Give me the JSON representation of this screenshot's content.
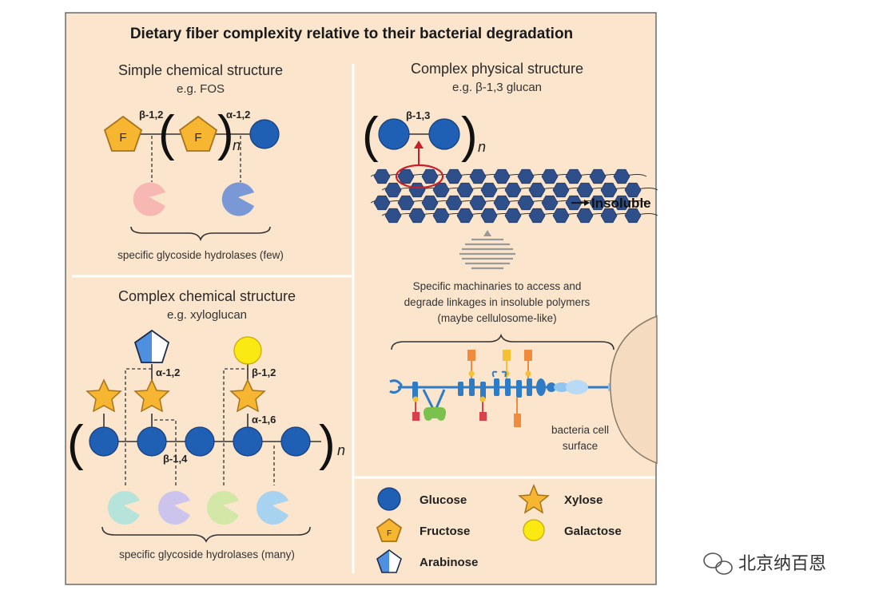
{
  "title": "Dietary fiber complexity relative to their bacterial degradation",
  "simple": {
    "heading": "Simple chemical structure",
    "example": "e.g. FOS",
    "fructose_letter": "F",
    "bond_beta": "β-1,2",
    "bond_alpha": "α-1,2",
    "repeat": "n",
    "caption": "specific glycoside hydrolases (few)"
  },
  "physical": {
    "heading": "Complex physical structure",
    "example": "e.g. β-1,3 glucan",
    "bond": "β-1,3",
    "repeat": "n",
    "insoluble": "Insoluble",
    "machinery_line1": "Specific machinaries to access and",
    "machinery_line2": "degrade linkages in insoluble polymers",
    "machinery_line3": "(maybe cellulosome-like)",
    "cell_line1": "bacteria cell",
    "cell_line2": "surface"
  },
  "complex_chem": {
    "heading": "Complex chemical structure",
    "example": "e.g. xyloglucan",
    "bond_a12": "α-1,2",
    "bond_b12": "β-1,2",
    "bond_a16": "α-1,6",
    "bond_b14": "β-1,4",
    "repeat": "n",
    "caption": "specific glycoside hydrolases (many)"
  },
  "legend": {
    "items": [
      {
        "label": "Glucose",
        "icon": "glucose-icon"
      },
      {
        "label": "Xylose",
        "icon": "xylose-icon"
      },
      {
        "label": "Fructose",
        "icon": "fructose-icon",
        "letter": "F"
      },
      {
        "label": "Galactose",
        "icon": "galactose-icon"
      },
      {
        "label": "Arabinose",
        "icon": "arabinose-icon"
      }
    ]
  },
  "watermark": "北京纳百恩",
  "colors": {
    "panel_bg": "#fbe5cc",
    "glucose": "#1f5fb4",
    "xylose": "#f6b631",
    "galactose": "#fbe914",
    "arabinose_fill": "#4f8fe0",
    "hydrolase_pink": "#f7b7b3",
    "hydrolase_blue": "#7a97d6",
    "hydrolase_mint": "#b6e3da",
    "hydrolase_lavender": "#cdc4ee",
    "hydrolase_lime": "#d3e8a6",
    "hydrolase_sky": "#a7d3f1",
    "insoluble_hex": "#2f4f8a",
    "highlight_ring": "#c8202a"
  }
}
